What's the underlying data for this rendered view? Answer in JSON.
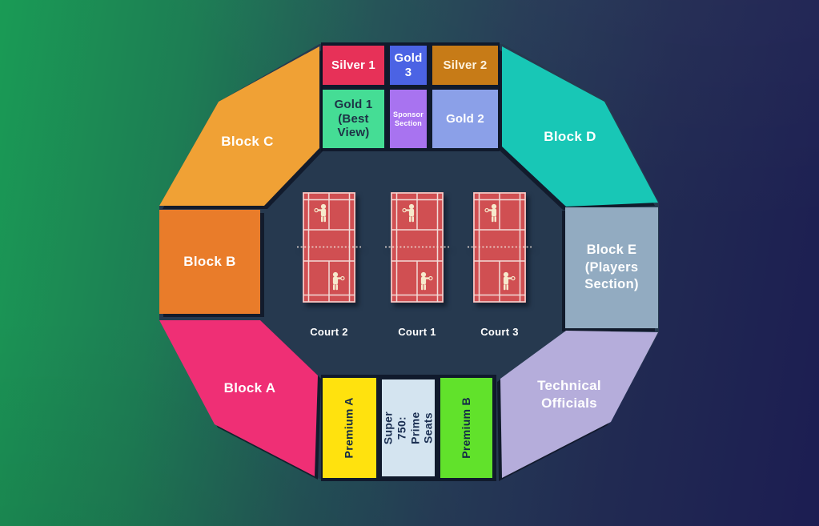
{
  "background": {
    "gradient_left": "#1a9b55",
    "gradient_right": "#1c1d52",
    "arena_floor": "#26394f",
    "panel_outline": "#101a2c"
  },
  "blocks": {
    "c": {
      "label": "Block C",
      "color": "#f0a135",
      "text_color": "#ffffff"
    },
    "b": {
      "label": "Block B",
      "color": "#e97c2a",
      "text_color": "#ffffff"
    },
    "a": {
      "label": "Block A",
      "color": "#ef2f75",
      "text_color": "#ffffff"
    },
    "d": {
      "label": "Block D",
      "color": "#18c7b6",
      "text_color": "#ffffff"
    },
    "e": {
      "label": "Block E (Players Section)",
      "color": "#92abc1",
      "text_color": "#ffffff"
    },
    "technical": {
      "label": "Technical Officials",
      "color": "#b5addb",
      "text_color": "#ffffff"
    }
  },
  "top_sections": {
    "silver1": {
      "label": "Silver 1",
      "color": "#e73158",
      "text_color": "#ffffff"
    },
    "gold3": {
      "label": "Gold 3",
      "color": "#4b63e4",
      "text_color": "#ffffff"
    },
    "silver2": {
      "label": "Silver 2",
      "color": "#c77b17",
      "text_color": "#fdf3df"
    },
    "gold1": {
      "label": "Gold 1 (Best View)",
      "color": "#45dd95",
      "text_color": "#1d3246"
    },
    "sponsor": {
      "label": "Sponsor Section",
      "color": "#a873f0",
      "text_color": "#ffffff"
    },
    "gold2": {
      "label": "Gold 2",
      "color": "#8ba0e8",
      "text_color": "#ffffff"
    }
  },
  "bottom_sections": {
    "premium_a": {
      "label": "Premium A",
      "color": "#ffe20e",
      "text_color": "#142a46"
    },
    "super750": {
      "label": "Super 750: Prime Seats",
      "color": "#d4e4f0",
      "text_color": "#1b2f52"
    },
    "premium_b": {
      "label": "Premium B",
      "color": "#61e22b",
      "text_color": "#142a46"
    }
  },
  "courts": {
    "left": {
      "label": "Court 2"
    },
    "center": {
      "label": "Court 1"
    },
    "right": {
      "label": "Court 3"
    },
    "surface_color": "#d04f52",
    "line_color": "#f5e8e4",
    "player_color": "#f6e9cc"
  }
}
